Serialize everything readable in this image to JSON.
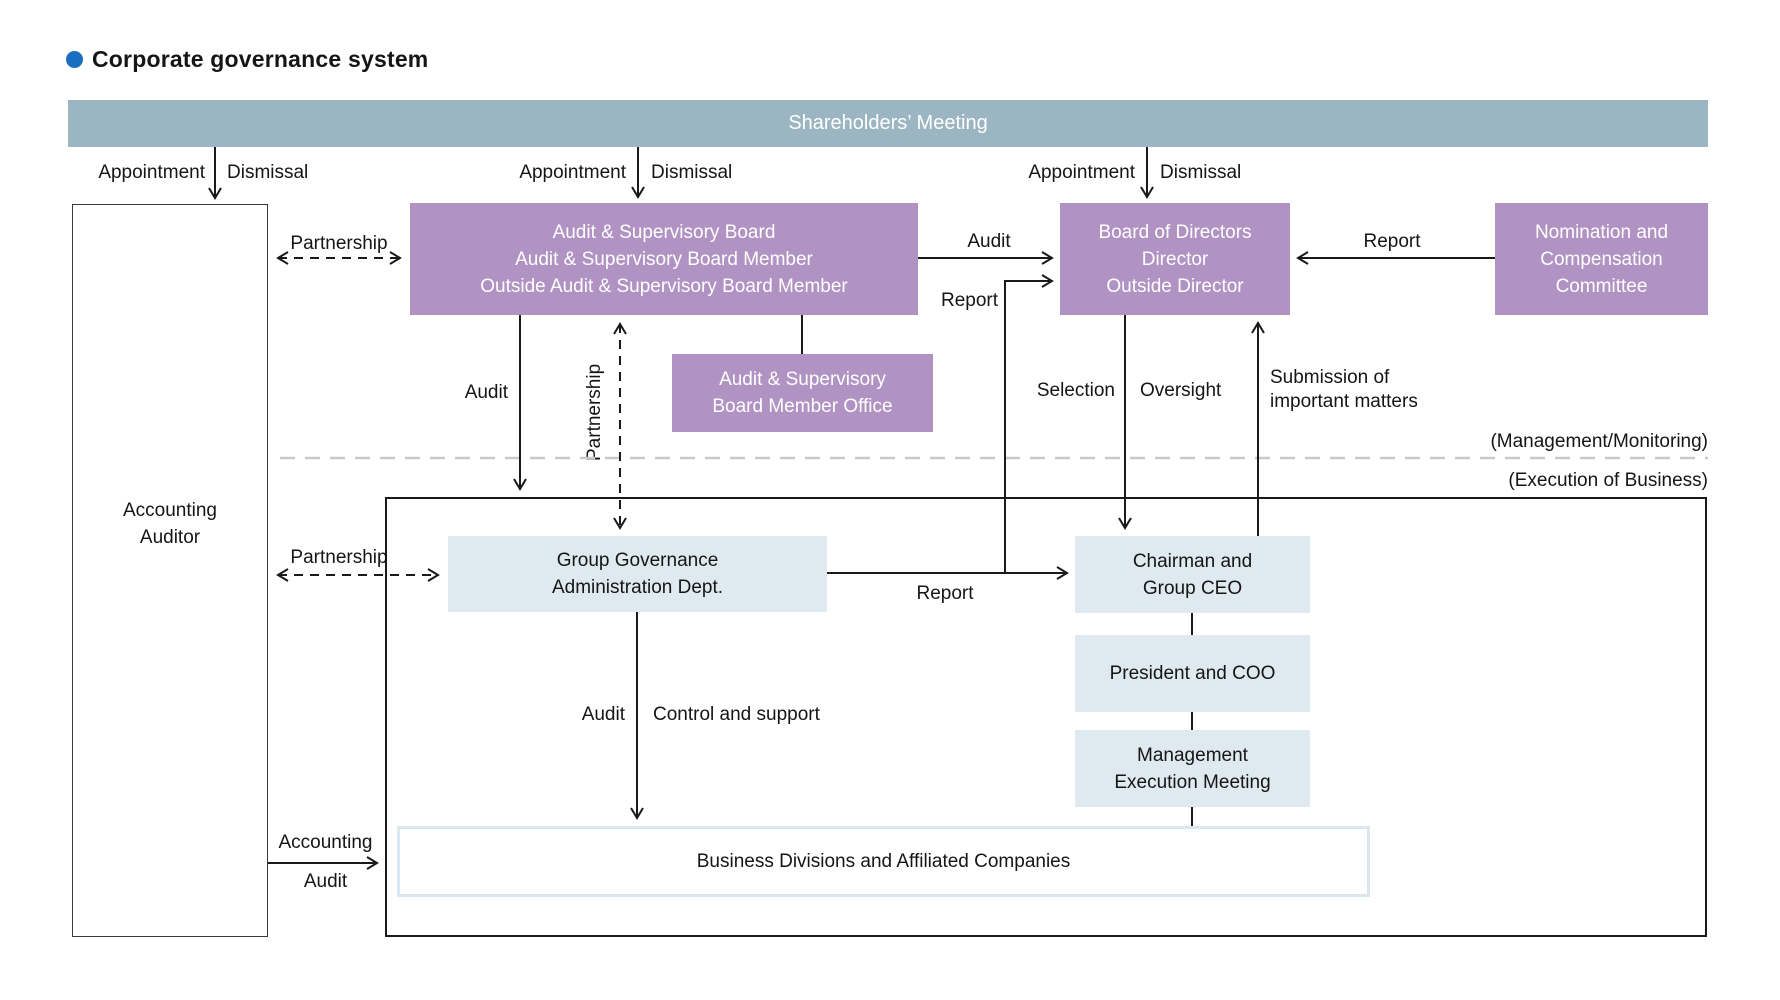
{
  "title": "Corporate governance system",
  "colors": {
    "accent_blue": "#1a6ec2",
    "banner": "#9cb5c2",
    "purple": "#b193c3",
    "light_blue": "#dfe9f0",
    "business_divisions_border": "#dbe7f0",
    "line": "#1a1a1a",
    "divider": "#c9c9c9"
  },
  "banner": {
    "label": "Shareholders’ Meeting"
  },
  "boxes": {
    "accounting_auditor": "Accounting\nAuditor",
    "audit_supervisory_board": "Audit & Supervisory Board\nAudit & Supervisory Board Member\nOutside Audit & Supervisory Board Member",
    "board_of_directors": "Board of Directors\nDirector\nOutside Director",
    "nomination_committee": "Nomination and\nCompensation\nCommittee",
    "asb_member_office": "Audit & Supervisory\nBoard Member Office",
    "group_governance_dept": "Group Governance\nAdministration Dept.",
    "chairman_group_ceo": "Chairman and\nGroup CEO",
    "president_coo": "President and COO",
    "management_execution_meeting": "Management\nExecution Meeting",
    "business_divisions": "Business Divisions and Affiliated Companies"
  },
  "edge_labels": {
    "appointment_left": "Appointment",
    "dismissal_left": "Dismissal",
    "appointment_center": "Appointment",
    "dismissal_center": "Dismissal",
    "appointment_right": "Appointment",
    "dismissal_right": "Dismissal",
    "partnership_top": "Partnership",
    "partnership_vertical": "Partnership",
    "partnership_lower": "Partnership",
    "audit_asb_to_bod": "Audit",
    "report_to_bod": "Report",
    "report_from_nomination": "Report",
    "report_gga_to_ceo": "Report",
    "selection": "Selection",
    "oversight": "Oversight",
    "submission": "Submission of\nimportant matters",
    "audit_asb_down": "Audit",
    "audit_gga_down": "Audit",
    "control_and_support": "Control and support",
    "accounting_audit_line1": "Accounting",
    "accounting_audit_line2": "Audit"
  },
  "section_labels": {
    "management_monitoring": "(Management/Monitoring)",
    "execution_of_business": "(Execution of Business)"
  }
}
